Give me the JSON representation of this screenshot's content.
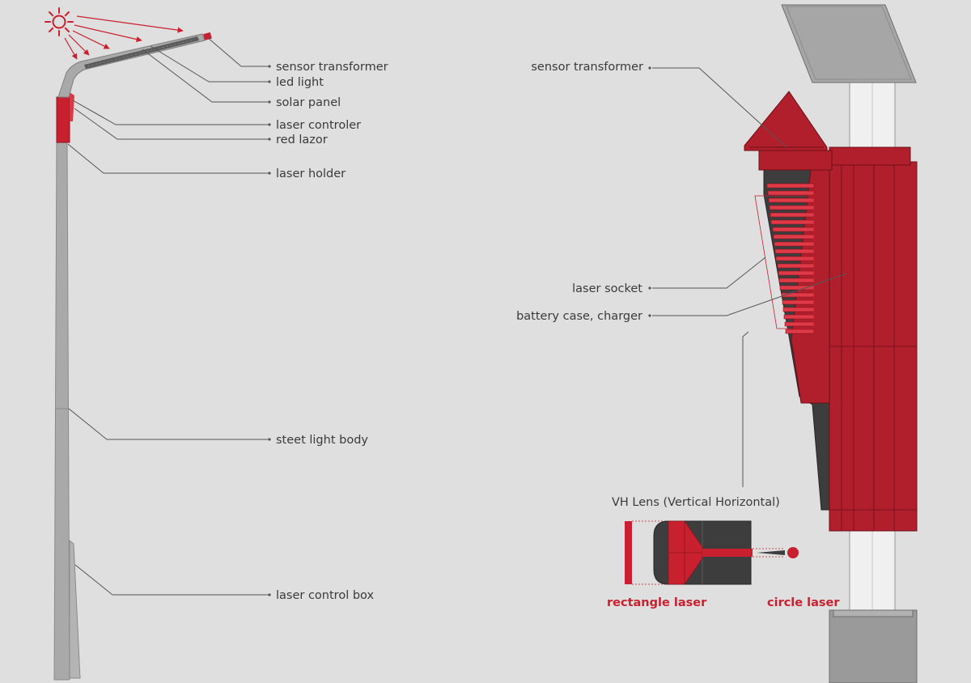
{
  "left_labels": {
    "sensor_transformer": "sensor transformer",
    "led_light": "led light",
    "solar_panel": "solar panel",
    "laser_controler": "laser controler",
    "red_lazor": "red lazor",
    "laser_holder": "laser holder",
    "street_light_body": "steet light body",
    "laser_control_box": "laser control box"
  },
  "right_labels": {
    "sensor_transformer": "sensor transformer",
    "laser_socket": "laser socket",
    "battery_case": "battery case, charger",
    "vh_lens": "VH Lens (Vertical Horizontal)",
    "rectangle_laser": "rectangle laser",
    "circle_laser": "circle laser"
  },
  "colors": {
    "accent_red": "#c8202f",
    "dark_gray": "#3d3d3d",
    "pole_gray": "#a9a9a9",
    "line_gray": "#555555"
  },
  "icons": [
    "sun-icon"
  ]
}
